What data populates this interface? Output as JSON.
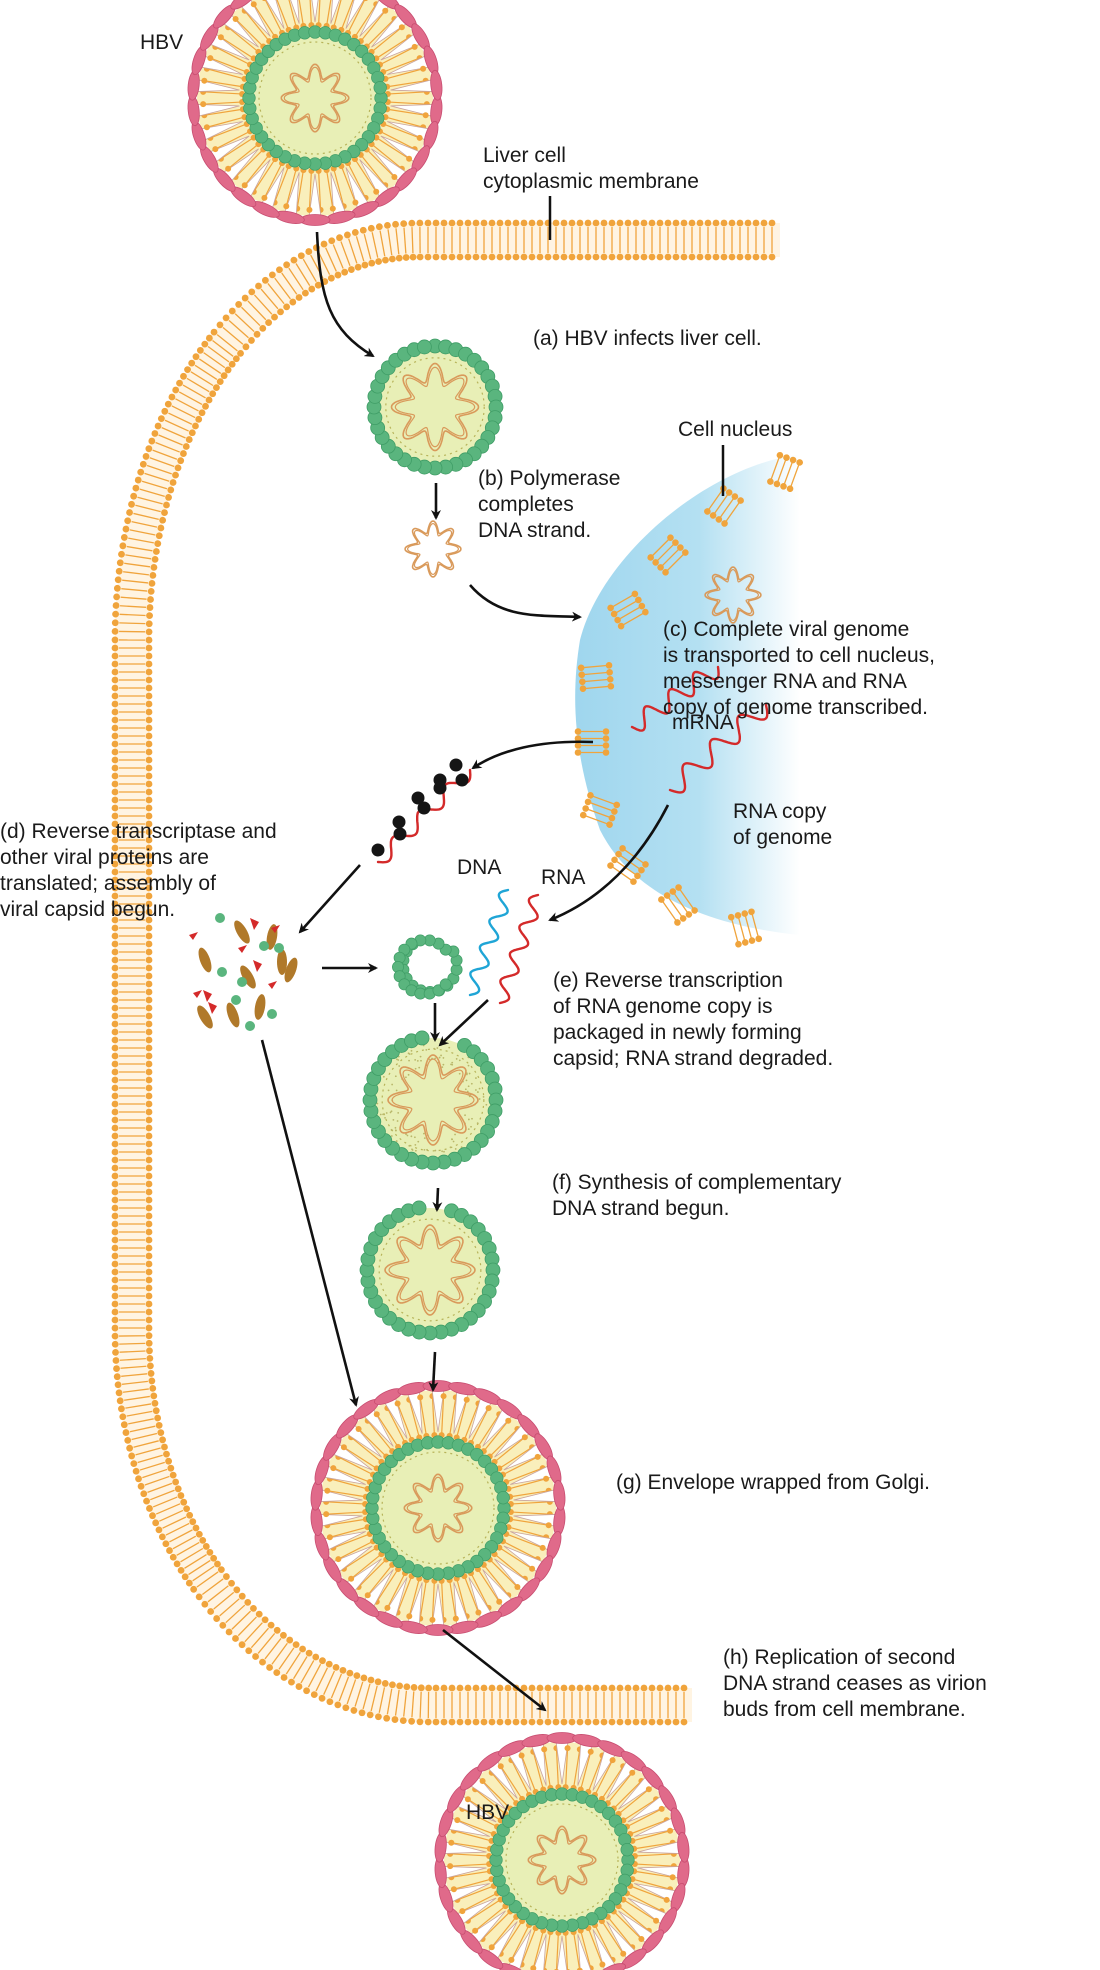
{
  "title": "Hepatitis B virus (HBV) replication cycle",
  "labels": {
    "hbv_top": "HBV",
    "hbv_bottom": "HBV",
    "membrane": [
      "Liver cell",
      "cytoplasmic membrane"
    ],
    "nucleus": "Cell nucleus",
    "mrna": "mRNA",
    "rna_copy": [
      "RNA copy",
      "of genome"
    ],
    "dna": "DNA",
    "rna": "RNA"
  },
  "steps": [
    {
      "id": "a",
      "lines": [
        "(a) HBV infects liver cell."
      ]
    },
    {
      "id": "b",
      "lines": [
        "(b) Polymerase",
        "completes",
        "DNA strand."
      ]
    },
    {
      "id": "c",
      "lines": [
        "(c) Complete viral genome",
        "is transported to cell nucleus,",
        "messenger RNA and RNA",
        "copy of genome transcribed."
      ]
    },
    {
      "id": "d",
      "lines": [
        "(d) Reverse transcriptase and",
        "other viral proteins are",
        "translated; assembly of",
        "viral capsid begun."
      ]
    },
    {
      "id": "e",
      "lines": [
        "(e) Reverse transcription",
        "of RNA genome copy is",
        "packaged in newly forming",
        "capsid; RNA strand degraded."
      ]
    },
    {
      "id": "f",
      "lines": [
        "(f) Synthesis of complementary",
        "DNA strand begun."
      ]
    },
    {
      "id": "g",
      "lines": [
        "(g) Envelope wrapped from Golgi."
      ]
    },
    {
      "id": "h",
      "lines": [
        "(h) Replication of second",
        "DNA strand ceases as virion",
        "buds from cell membrane."
      ]
    }
  ],
  "colors": {
    "membrane": "#f0a43c",
    "envelope_protein": "#e06a8a",
    "capsid": "#5ab57e",
    "core": "#e8efb6",
    "genome": "#d99a5b",
    "nucleus": "#a9dcef",
    "rna": "#d42a2a",
    "dna": "#1fa5d6",
    "ribosome": "#151515",
    "protein_brown": "#b0792a",
    "protein_red": "#d42a2a"
  }
}
